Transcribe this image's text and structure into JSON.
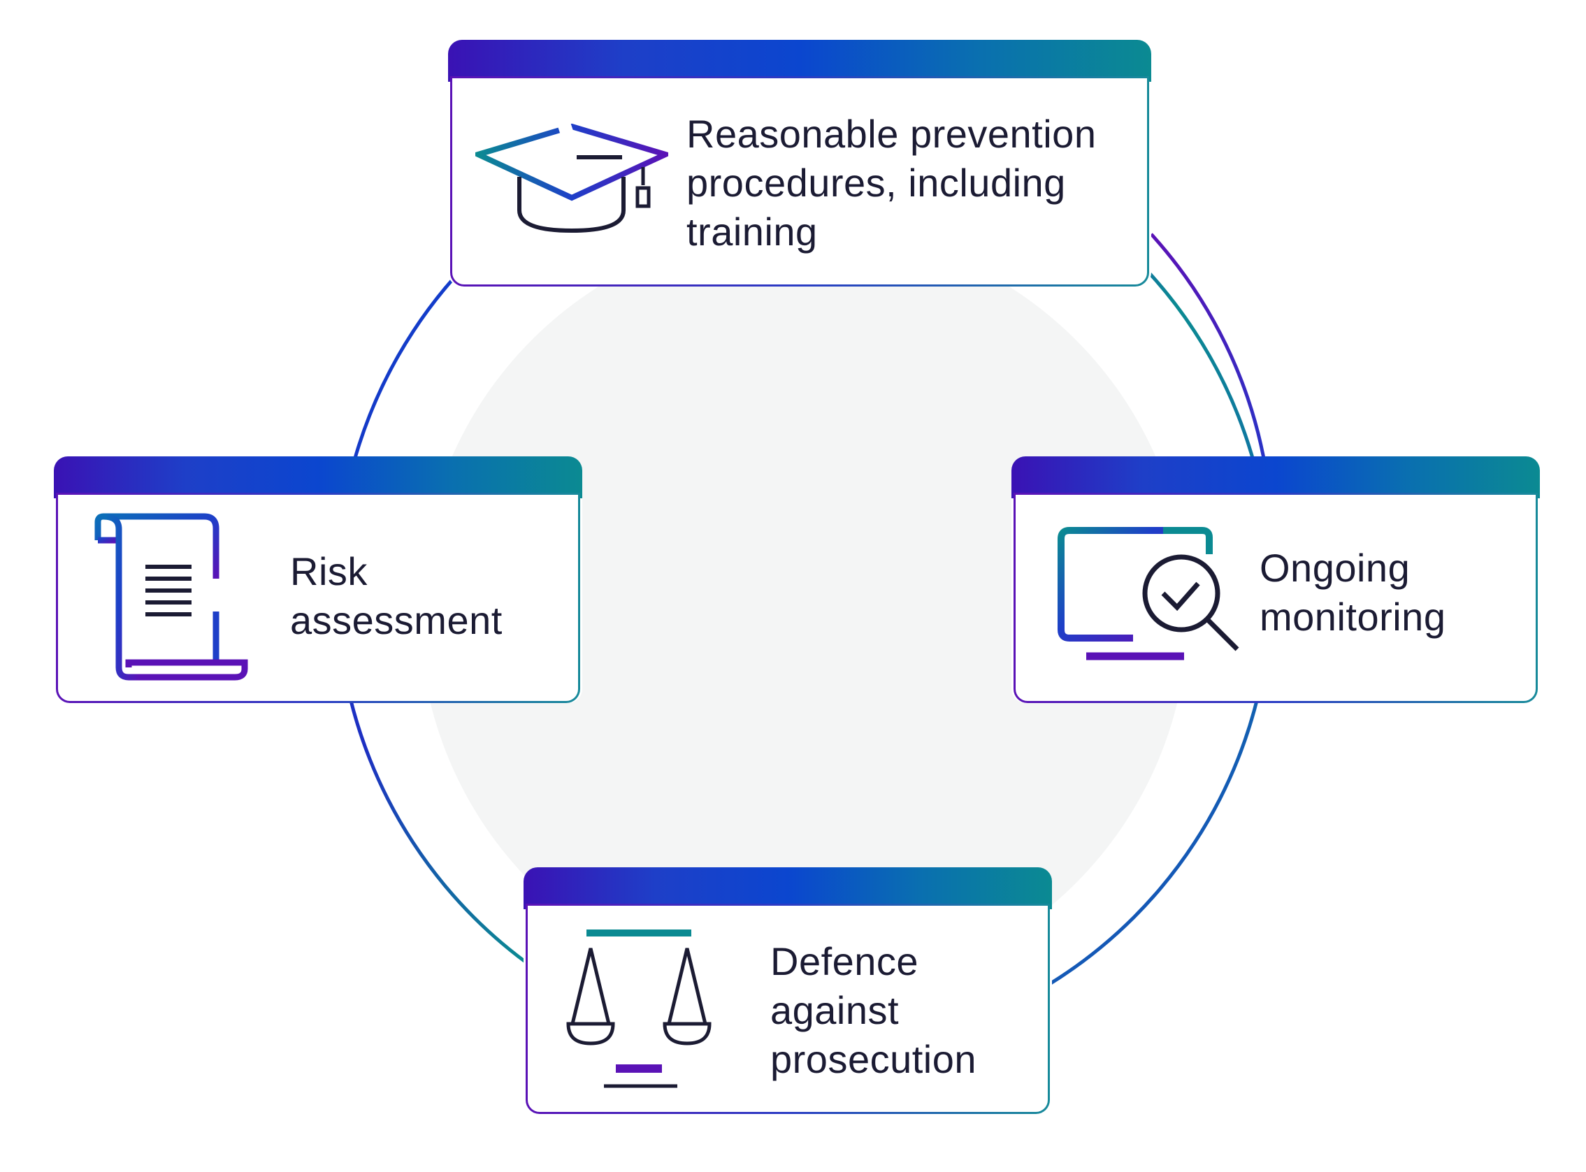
{
  "diagram": {
    "steps": [
      {
        "id": "prevention",
        "icon": "graduation-cap-icon",
        "lines": [
          "Reasonable prevention",
          "procedures, including",
          "training"
        ]
      },
      {
        "id": "risk",
        "icon": "scroll-document-icon",
        "lines": [
          "Risk",
          "assessment"
        ]
      },
      {
        "id": "monitoring",
        "icon": "monitor-magnifier-check-icon",
        "lines": [
          "Ongoing",
          "monitoring"
        ]
      },
      {
        "id": "defence",
        "icon": "scales-of-justice-icon",
        "lines": [
          "Defence",
          "against",
          "prosecution"
        ]
      }
    ]
  },
  "colors": {
    "purple": "#4b14b4",
    "blue": "#0b46cf",
    "teal": "#0b8a92",
    "text": "#1b1b33",
    "center_fill": "#f4f5f5"
  }
}
